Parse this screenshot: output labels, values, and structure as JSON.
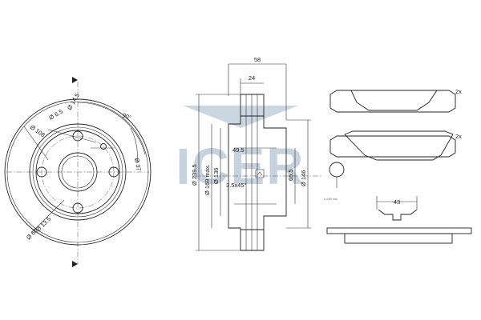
{
  "watermark": {
    "text": "ICER",
    "color": "#b9c9d6"
  },
  "disc_face": {
    "dims": [
      "Ø 14.5",
      "Ø 6.5",
      "Ø 108",
      "90°",
      "Ø 37",
      "Ø 13.5",
      "Ø 60"
    ]
  },
  "disc_section": {
    "dims": {
      "overall_width": "58",
      "pad_width": "24",
      "height": "49.5",
      "outer_diameter": "Ø 239.5",
      "friction_ring": "Ø 169 máx.",
      "hub": "Ø 136",
      "chamfer": "3.5x45°",
      "center": "65.5",
      "bore": "Ø 146"
    }
  },
  "brake_pads": {
    "qty_top": "2x",
    "qty_bottom": "2x",
    "clip_width": "43",
    "wear_note": "L=190 mm"
  },
  "colors": {
    "line": "#222222",
    "pad_fill": "#ececec",
    "hatch": "#9a9a9a"
  }
}
